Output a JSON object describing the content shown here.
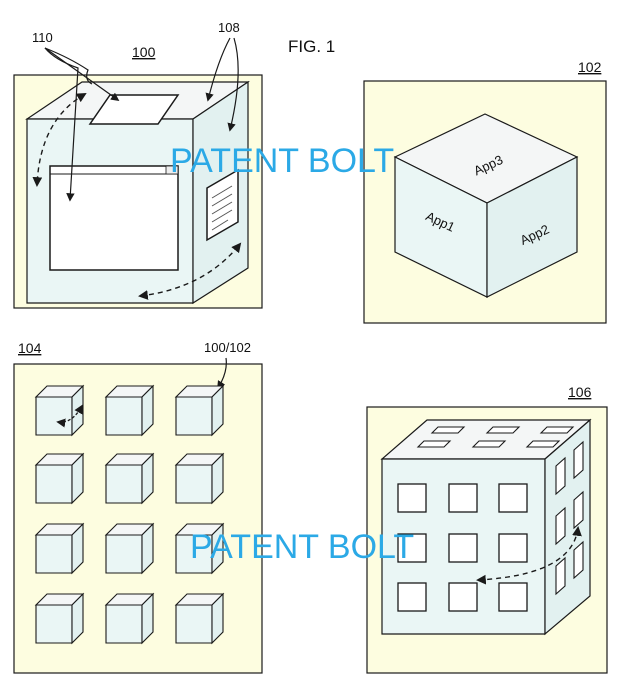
{
  "figure": {
    "title": "FIG. 1",
    "watermark": "PATENT BOLT",
    "colors": {
      "panel_fill": "#fdfde0",
      "cube_face": "#eaf6f5",
      "cube_top": "#f4f6f6",
      "window_fill": "#ffffff",
      "line": "#1a1a1a",
      "watermark": "#2ba9e6"
    }
  },
  "panels": {
    "p100": {
      "ref": "100",
      "callout_a": "110",
      "callout_b": "108"
    },
    "p102": {
      "ref": "102",
      "face_top": "App3",
      "face_left": "App1",
      "face_right": "App2"
    },
    "p104": {
      "ref": "104",
      "callout": "100/102"
    },
    "p106": {
      "ref": "106"
    }
  }
}
